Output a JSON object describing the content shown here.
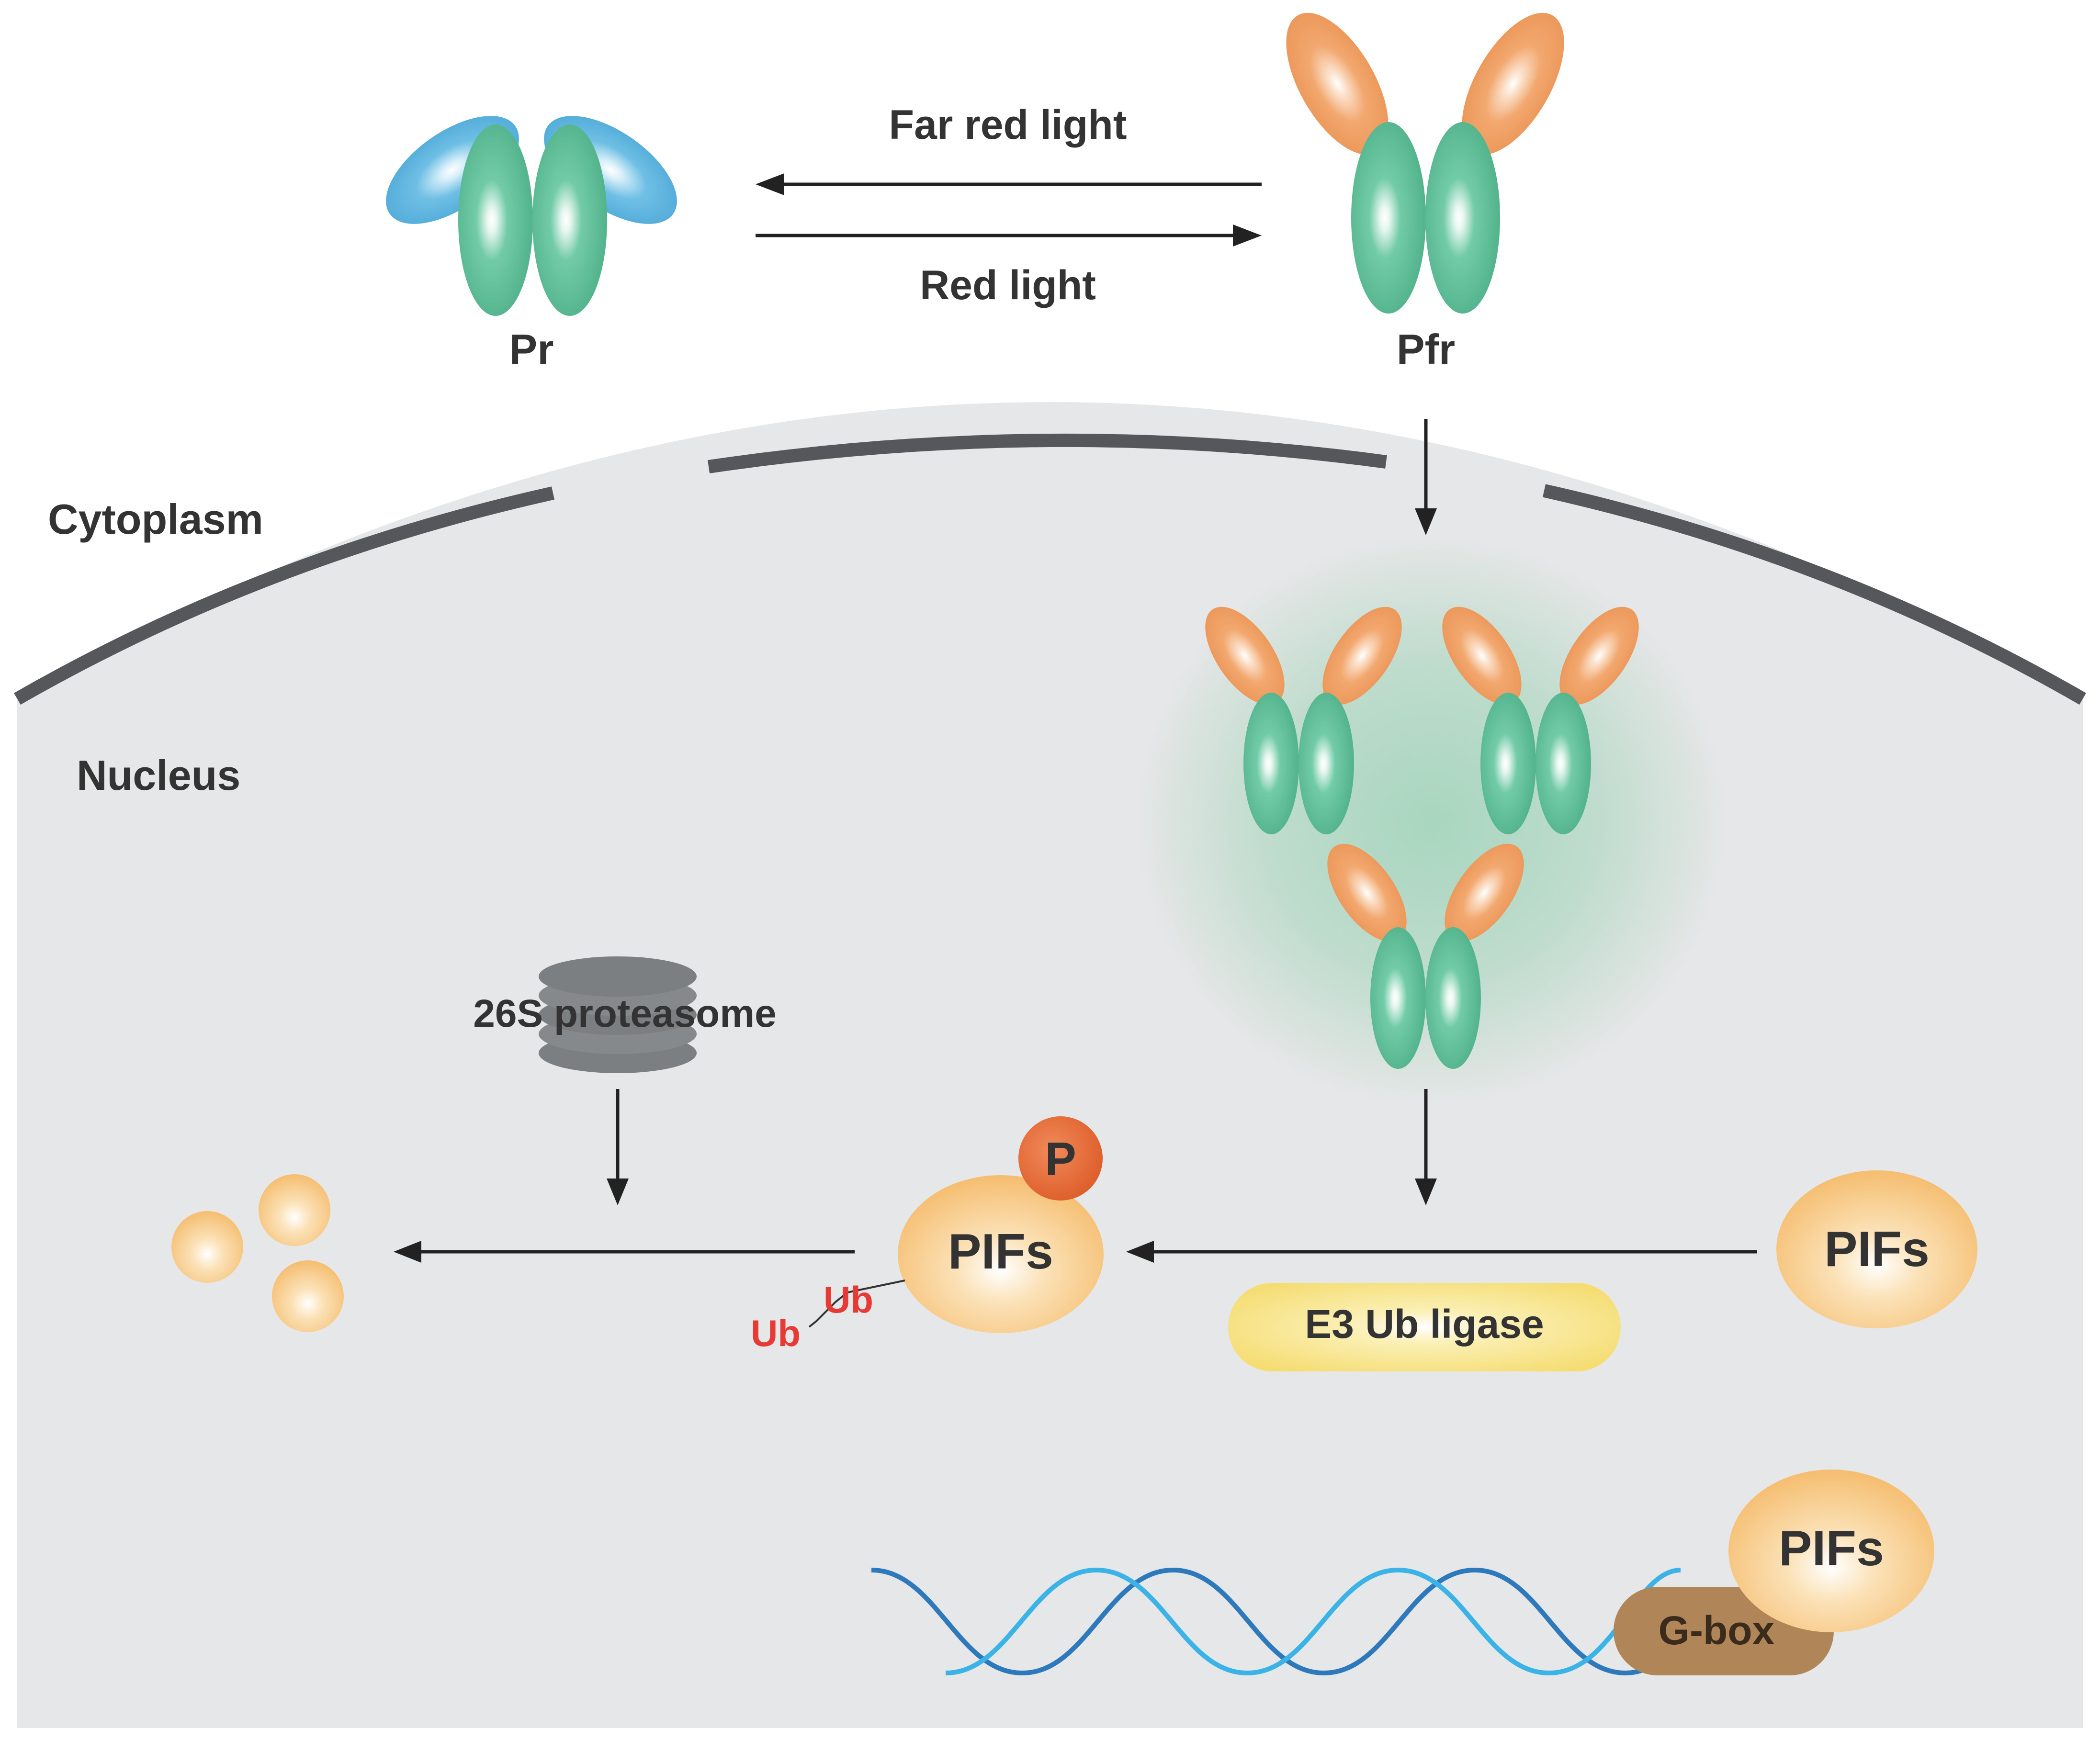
{
  "labels": {
    "pr": "Pr",
    "pfr": "Pfr",
    "far_red_light": "Far red light",
    "red_light": "Red light",
    "cytoplasm": "Cytoplasm",
    "nucleus": "Nucleus",
    "proteasome": "26S proteasome",
    "phosphate": "P",
    "pifs_center": "PIFs",
    "pifs_right": "PIFs",
    "pifs_dna": "PIFs",
    "ub_1": "Ub",
    "ub_2": "Ub",
    "e3_ligase": "E3 Ub ligase",
    "g_box": "G-box"
  },
  "colors": {
    "green": "#5cbf9a",
    "blue": "#55b0dc",
    "orange": "#ee9a5e",
    "pif_fill": "#f7c57e",
    "phosphate": "#e0652f",
    "ub_red": "#e83a35",
    "e3_fill": "#f7e27e",
    "gbox": "#b08558",
    "nucleus": "#e6e7e9",
    "membrane": "#55575a",
    "dna_dark": "#2d79bb",
    "dna_light": "#3bb3e6",
    "proteasome": "#7c7f82",
    "arrow": "#222222"
  },
  "icons": [
    "pr-dimer-icon",
    "pfr-dimer-icon",
    "nuclear-body-icon",
    "proteasome-icon",
    "degradation-fragments-icon",
    "dna-helix-icon"
  ]
}
